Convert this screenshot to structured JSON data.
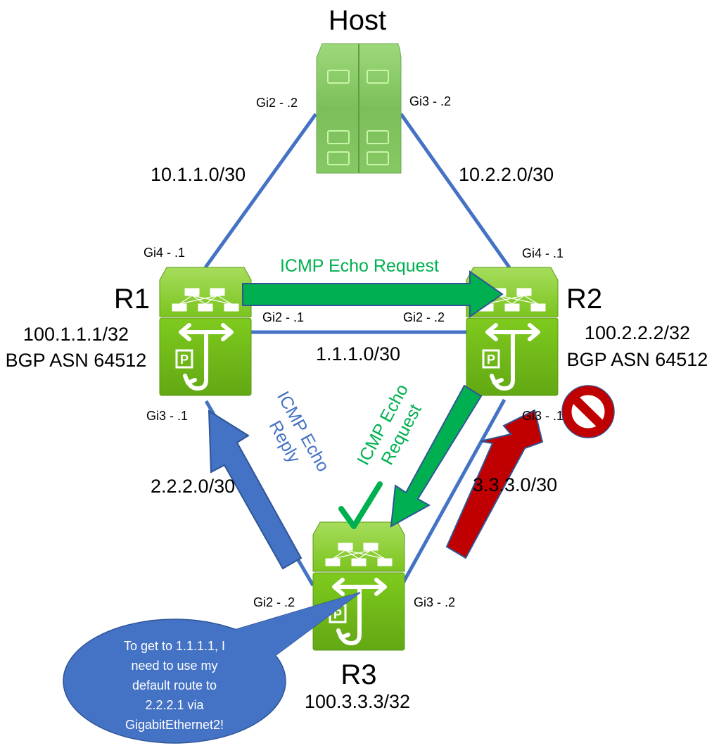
{
  "host": {
    "label": "Host",
    "icon": "server-icon"
  },
  "routers": [
    {
      "id": "R1",
      "label": "R1",
      "loopback": "100.1.1.1/32",
      "asn": "BGP ASN 64512",
      "icon": "router-icon"
    },
    {
      "id": "R2",
      "label": "R2",
      "loopback": "100.2.2.2/32",
      "asn": "BGP ASN 64512",
      "icon": "router-icon"
    },
    {
      "id": "R3",
      "label": "R3",
      "loopback": "100.3.3.3/32",
      "icon": "router-icon"
    }
  ],
  "links": {
    "host_r1": {
      "subnet": "10.1.1.0/30",
      "host_if": "Gi2 - .2",
      "router_if": "Gi4 - .1"
    },
    "host_r2": {
      "subnet": "10.2.2.0/30",
      "host_if": "Gi3 - .2",
      "router_if": "Gi4 - .1"
    },
    "r1_r2": {
      "subnet": "1.1.1.0/30",
      "r1_if": "Gi2 - .1",
      "r2_if": "Gi2 - .2"
    },
    "r1_r3": {
      "subnet": "2.2.2.0/30",
      "r1_if": "Gi3 - .1",
      "r3_if": "Gi2 - .2"
    },
    "r2_r3": {
      "subnet": "3.3.3.0/30",
      "r2_if": "Gi3 - .1",
      "r3_if": "Gi3 - .2"
    }
  },
  "flows": {
    "r1_to_r2": {
      "label": "ICMP Echo Request",
      "color": "#00b050"
    },
    "r2_to_r3": {
      "label_line1": "ICMP Echo",
      "label_line2": "Request",
      "color": "#00b050"
    },
    "r3_to_r1": {
      "label_line1": "ICMP Echo",
      "label_line2": "Reply",
      "color": "#4472c4"
    },
    "r3_to_r2": {
      "color": "#c00000",
      "status": "blocked"
    }
  },
  "callout": {
    "lines": [
      "To get to 1.1.1.1, I",
      "need to use my",
      "default route to",
      "2.2.2.1 via",
      "GigabitEthernet2!"
    ],
    "color": "#4472c4"
  },
  "icons": {
    "check": "checkmark-icon",
    "blocked": "prohibited-icon"
  },
  "colors": {
    "link": "#4472c4",
    "device": "#6fbf1f",
    "request": "#00b050",
    "reply": "#4472c4",
    "blocked": "#c00000"
  }
}
